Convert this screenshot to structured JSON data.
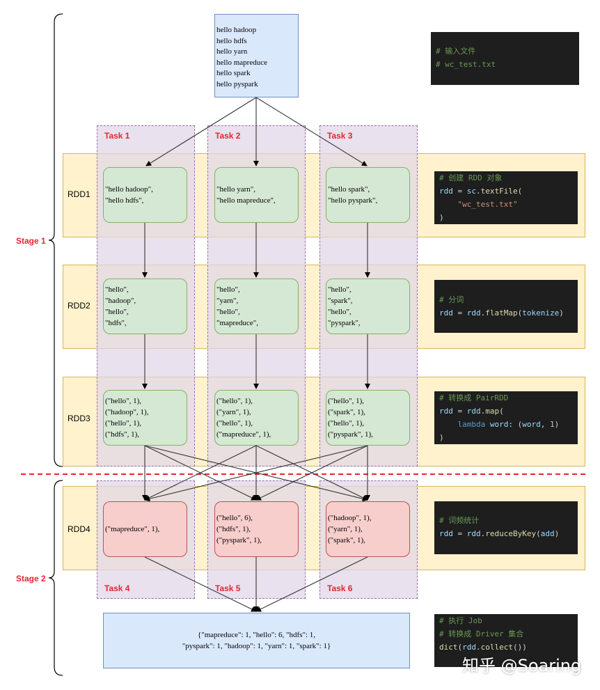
{
  "input_lines": [
    "hello hadoop",
    "hello hdfs",
    "hello yarn",
    "hello mapreduce",
    "hello spark",
    "hello pyspark"
  ],
  "stages": [
    "Stage 1",
    "Stage 2"
  ],
  "rdd_labels": [
    "RDD1",
    "RDD2",
    "RDD3",
    "RDD4"
  ],
  "tasks": [
    "Task 1",
    "Task 2",
    "Task 3",
    "Task 4",
    "Task 5",
    "Task 6"
  ],
  "rdd1": [
    [
      "\"hello hadoop\",",
      "\"hello hdfs\","
    ],
    [
      "\"hello yarn\",",
      "\"hello mapreduce\","
    ],
    [
      "\"hello spark\",",
      "\"hello pyspark\","
    ]
  ],
  "rdd2": [
    [
      "\"hello\",",
      "\"hadoop\",",
      "\"hello\",",
      "\"hdfs\","
    ],
    [
      "\"hello\",",
      "\"yarn\",",
      "\"hello\",",
      "\"mapreduce\","
    ],
    [
      "\"hello\",",
      "\"spark\",",
      "\"hello\",",
      "\"pyspark\","
    ]
  ],
  "rdd3": [
    [
      "(\"hello\", 1),",
      "(\"hadoop\", 1),",
      "(\"hello\", 1),",
      "(\"hdfs\", 1),"
    ],
    [
      "(\"hello\", 1),",
      "(\"yarn\", 1),",
      "(\"hello\", 1),",
      "(\"mapreduce\", 1),"
    ],
    [
      "(\"hello\", 1),",
      "(\"spark\", 1),",
      "(\"hello\", 1),",
      "(\"pyspark\", 1),"
    ]
  ],
  "rdd4": [
    [
      "(\"mapreduce\", 1),"
    ],
    [
      "(\"hello\", 6),",
      "(\"hdfs\", 1),",
      "(\"pyspark\", 1),"
    ],
    [
      "(\"hadoop\", 1),",
      "(\"yarn\", 1),",
      "(\"spark\", 1),"
    ]
  ],
  "result_lines": [
    "{\"mapreduce\": 1, \"hello\": 6, \"hdfs\": 1,",
    "\"pyspark\": 1, \"hadoop\": 1, \"yarn\": 1, \"spark\": 1}"
  ],
  "code": {
    "input": {
      "c1": "# 输入文件",
      "c2": "# wc_test.txt"
    },
    "rdd1": {
      "c1": "# 创建 RDD 对象",
      "v": "rdd",
      "op": " = ",
      "obj": "sc",
      "fn": "textFile",
      "paren": "(",
      "str": "\"wc_test.txt\"",
      "close": ")"
    },
    "rdd2": {
      "c1": "# 分词",
      "v": "rdd",
      "op": " = ",
      "obj": "rdd",
      "fn": "flatMap",
      "arg": "tokenize",
      "paren": "(",
      "close": ")"
    },
    "rdd3": {
      "c1": "# 转换成 PairRDD",
      "v": "rdd",
      "op": " = ",
      "obj": "rdd",
      "fn": "map",
      "paren": "(",
      "kw": "lambda",
      "param": "word",
      "colon": ": (",
      "inner": "word",
      "comma": ", ",
      "num": "1",
      "close_inner": ")",
      "close": ")"
    },
    "rdd4": {
      "c1": "# 词频统计",
      "v": "rdd",
      "op": " = ",
      "obj": "rdd",
      "fn": "reduceByKey",
      "arg": "add",
      "paren": "(",
      "close": ")"
    },
    "result": {
      "c1": "# 执行 Job",
      "c2": "# 转换成 Driver 集合",
      "fn": "dict",
      "obj": "rdd",
      "fn2": "collect",
      "paren": "(",
      "close": ")"
    }
  },
  "watermark": "知乎 @Soaring",
  "colors": {
    "band": "#fff2cc",
    "task": "#e1d5e7",
    "green_node": "#d5e8d4",
    "red_node": "#f8cecc",
    "blue_box": "#dae8fc",
    "stage_text": "#e8242f",
    "divider": "#e8242f"
  }
}
